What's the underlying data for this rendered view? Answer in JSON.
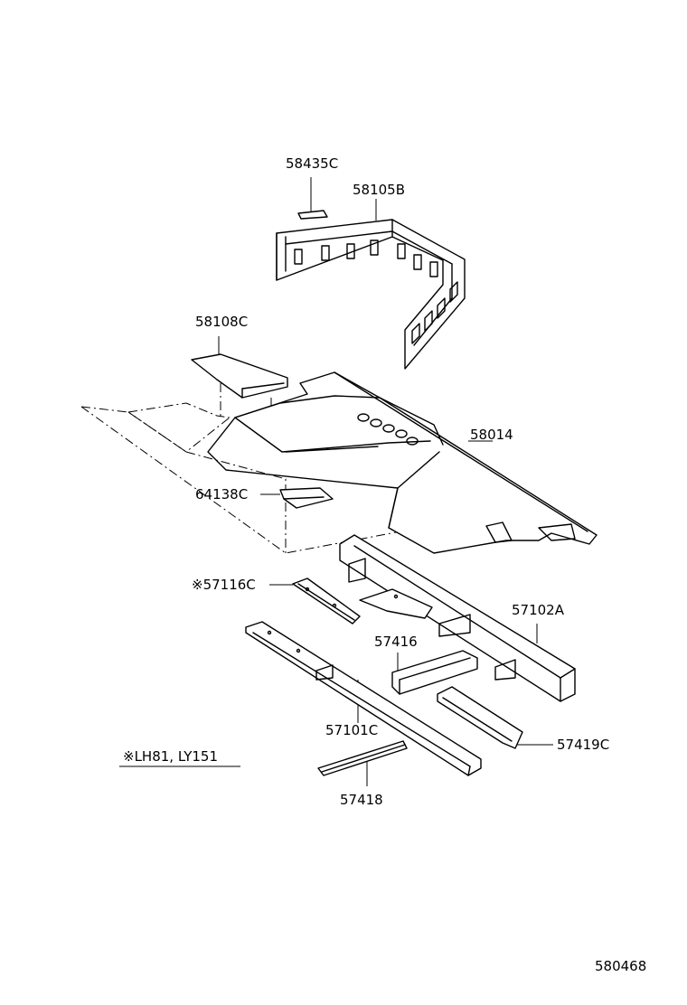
{
  "parts": {
    "p58435C": "58435C",
    "p58105B": "58105B",
    "p58108C": "58108C",
    "p58014": "58014",
    "p64138C": "64138C",
    "p57116C": "※57116C",
    "p57102A": "57102A",
    "p57416": "57416",
    "p57101C": "57101C",
    "p57419C": "57419C",
    "p57418": "57418"
  },
  "note": "※LH81, LY151",
  "figure_number": "580468"
}
